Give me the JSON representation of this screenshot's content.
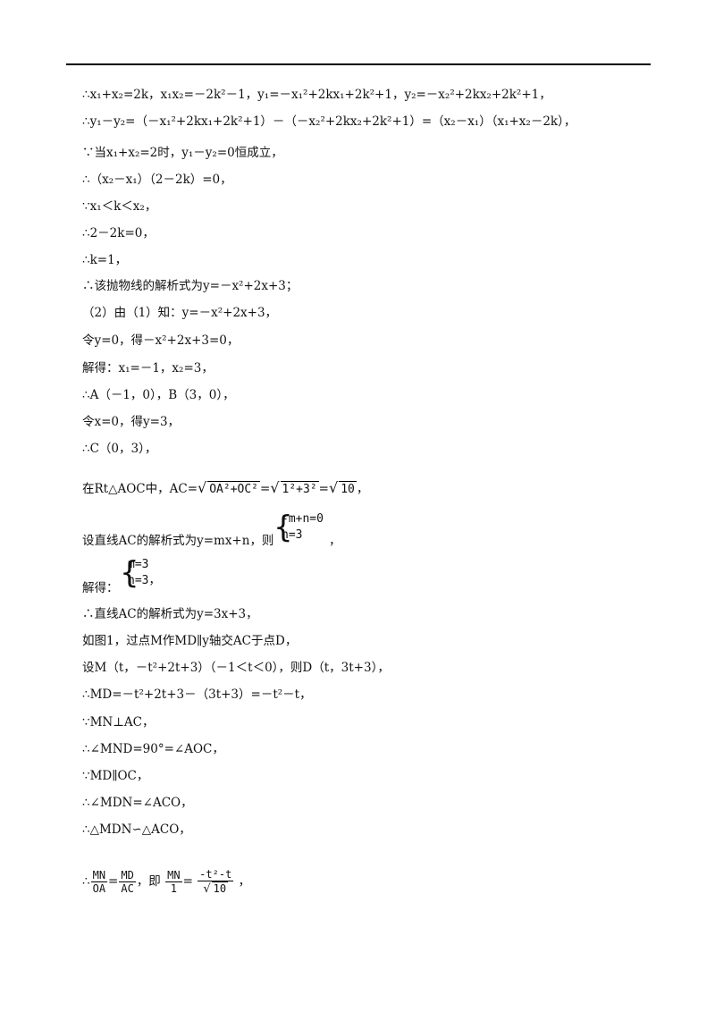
{
  "lines": {
    "l1": "∴x₁+x₂=2k，x₁x₂=－2k²－1，y₁=－x₁²+2kx₁+2k²+1，y₂=－x₂²+2kx₂+2k²+1，",
    "l2": "∴y₁－y₂=（－x₁²+2kx₁+2k²+1）－（－x₂²+2kx₂+2k²+1）=（x₂－x₁）（x₁+x₂－2k），",
    "l3": "∵当x₁+x₂=2时，y₁－y₂=0恒成立，",
    "l4": "∴（x₂－x₁）（2－2k）=0，",
    "l5": "∵x₁＜k＜x₂，",
    "l6": "∴2－2k=0，",
    "l7": "∴k=1，",
    "l8": "∴该抛物线的解析式为y=－x²+2x+3；",
    "l9": "（2）由（1）知：y=－x²+2x+3，",
    "l10": "令y=0，得－x²+2x+3=0，",
    "l11": "解得：x₁=－1，x₂=3，",
    "l12": "∴A（－1，0），B（3，0），",
    "l13": "令x=0，得y=3，",
    "l14": "∴C（0，3），",
    "l15_prefix": "在Rt△AOC中，AC=",
    "l15_r1": "OA²+OC²",
    "l15_r2": "1²+3²",
    "l15_r3": "10",
    "l16_prefix": "设直线AC的解析式为y=mx+n，则",
    "l16_eq1": "-m+n=0",
    "l16_eq2": "n=3",
    "l17_prefix": "解得：",
    "l17_eq1": "m=3",
    "l17_eq2": "n=3",
    "l18": "∴直线AC的解析式为y=3x+3，",
    "l19": "如图1，过点M作MD∥y轴交AC于点D，",
    "l20": "设M（t，－t²+2t+3）（－1＜t＜0），则D（t，3t+3），",
    "l21": "∴MD=－t²+2t+3－（3t+3）=－t²－t，",
    "l22": "∵MN⊥AC，",
    "l23": "∴∠MND=90°=∠AOC，",
    "l24": "∵MD∥OC，",
    "l25": "∴∠MDN=∠ACO，",
    "l26": "∴△MDN∽△ACO，",
    "l27_f1n": "MN",
    "l27_f1d": "OA",
    "l27_f2n": "MD",
    "l27_f2d": "AC",
    "l27_mid": "，即",
    "l27_f3n": "MN",
    "l27_f3d": "1",
    "l27_f4n": "-t²-t",
    "l27_f4d": "10"
  }
}
